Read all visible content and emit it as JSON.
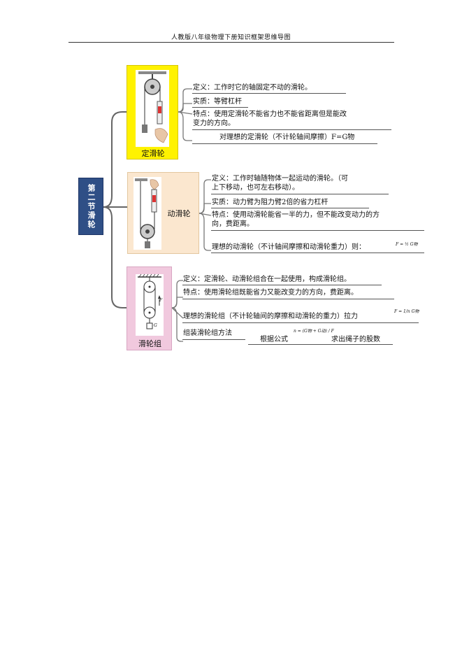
{
  "header": "人教版八年级物理下册知识框架思维导图",
  "root": "第二节滑轮",
  "fixed": {
    "label": "定滑轮",
    "def": "定义：工作时它的轴固定不动的滑轮。",
    "essence": "实质：等臂杠杆",
    "feature1": "特点：使用定滑轮不能省力也不能省距离但是能改",
    "feature2": "变力的方向。",
    "ideal": "对理想的定滑轮（不计轮轴间摩擦）F=G物"
  },
  "movable": {
    "label": "动滑轮",
    "def1": "定义：工作时轴随物体一起运动的滑轮。（可",
    "def2": "上下移动，也可左右移动）。",
    "essence": "实质：动力臂为阻力臂2倍的省力杠杆",
    "feature1": "特点：使用动滑轮能省一半的力，但不能改变动力的方",
    "feature2": "向，费距离。",
    "ideal": "理想的动滑轮（不计轴间摩擦和动滑轮重力）则：",
    "formula": "F = ½ G物"
  },
  "block": {
    "label": "滑轮组",
    "def": "定义：定滑轮、动滑轮组合在一起使用，构成滑轮组。",
    "feature": "特点：使用滑轮组既能省力又能改变力的方向，费距离。",
    "ideal": "理想的滑轮组（不计轮轴间的摩擦和动滑轮的重力）拉力",
    "formula": "F = 1/n G物",
    "method": "组装滑轮组方法",
    "method_rule_prefix": "根据公式",
    "method_formula": "n = (G物 + G动) / F",
    "method_rule_suffix": "求出绳子的股数",
    "fig_f": "F",
    "fig_g": "G"
  }
}
